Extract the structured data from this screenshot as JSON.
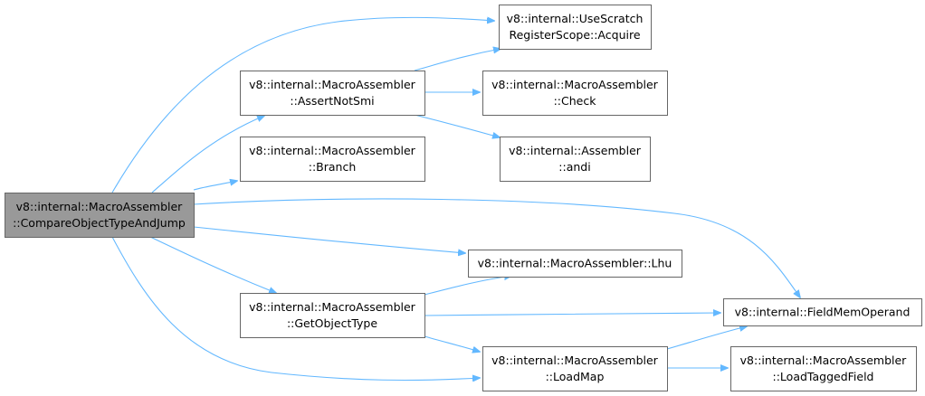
{
  "graph": {
    "root": "compare",
    "nodes": {
      "compare": {
        "lines": [
          "v8::internal::MacroAssembler",
          "::CompareObjectTypeAndJump"
        ],
        "highlight": true
      },
      "assertnotsmi": {
        "lines": [
          "v8::internal::MacroAssembler",
          "::AssertNotSmi"
        ]
      },
      "branch": {
        "lines": [
          "v8::internal::MacroAssembler",
          "::Branch"
        ]
      },
      "getobjecttype": {
        "lines": [
          "v8::internal::MacroAssembler",
          "::GetObjectType"
        ]
      },
      "acquire": {
        "lines": [
          "v8::internal::UseScratch",
          "RegisterScope::Acquire"
        ]
      },
      "check": {
        "lines": [
          "v8::internal::MacroAssembler",
          "::Check"
        ]
      },
      "andi": {
        "lines": [
          "v8::internal::Assembler",
          "::andi"
        ]
      },
      "lhu": {
        "lines": [
          "v8::internal::MacroAssembler::Lhu"
        ]
      },
      "loadmap": {
        "lines": [
          "v8::internal::MacroAssembler",
          "::LoadMap"
        ]
      },
      "fieldmemoperand": {
        "lines": [
          "v8::internal::FieldMemOperand"
        ]
      },
      "loadtaggedfield": {
        "lines": [
          "v8::internal::MacroAssembler",
          "::LoadTaggedField"
        ]
      }
    },
    "edges": [
      [
        "compare",
        "acquire"
      ],
      [
        "compare",
        "assertnotsmi"
      ],
      [
        "compare",
        "branch"
      ],
      [
        "compare",
        "fieldmemoperand"
      ],
      [
        "compare",
        "lhu"
      ],
      [
        "compare",
        "getobjecttype"
      ],
      [
        "compare",
        "loadmap"
      ],
      [
        "assertnotsmi",
        "acquire"
      ],
      [
        "assertnotsmi",
        "check"
      ],
      [
        "assertnotsmi",
        "andi"
      ],
      [
        "getobjecttype",
        "lhu"
      ],
      [
        "getobjecttype",
        "fieldmemoperand"
      ],
      [
        "getobjecttype",
        "loadmap"
      ],
      [
        "loadmap",
        "fieldmemoperand"
      ],
      [
        "loadmap",
        "loadtaggedfield"
      ]
    ],
    "colors": {
      "edge": "#63b8ff",
      "node_border": "#666666",
      "root_fill": "#999999",
      "node_fill": "#ffffff"
    }
  }
}
